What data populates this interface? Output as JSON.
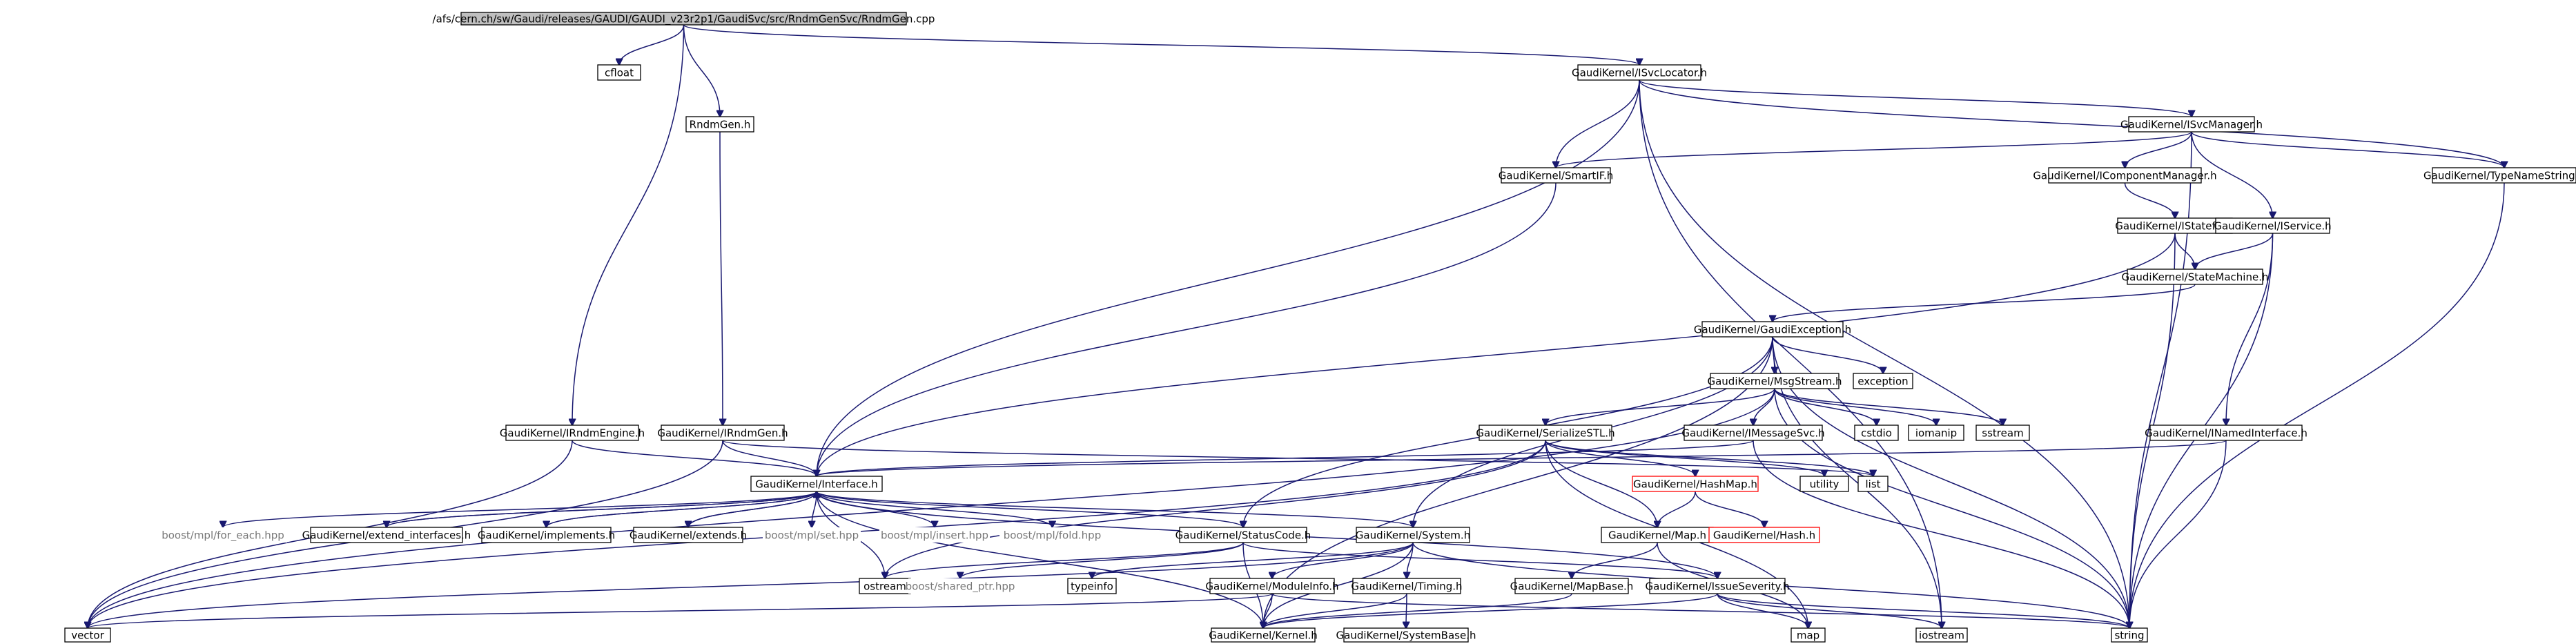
{
  "graph": {
    "title": "",
    "colors": {
      "edge": "#191970",
      "root_fill": "#bfbfbf",
      "node_border": "#000000",
      "missing_border": "#ff0000",
      "external_text": "#777777"
    },
    "nodes": [
      {
        "id": "root",
        "label": "/afs/cern.ch/sw/Gaudi/releases/GAUDI/GAUDI_v23r2p1/GaudiSvc/src/RndmGenSvc/RndmGen.cpp",
        "kind": "root"
      },
      {
        "id": "cfloat",
        "label": "cfloat",
        "kind": "normal"
      },
      {
        "id": "rndmgen_h",
        "label": "RndmGen.h",
        "kind": "normal"
      },
      {
        "id": "isvclocator",
        "label": "GaudiKernel/ISvcLocator.h",
        "kind": "normal"
      },
      {
        "id": "isvcmanager",
        "label": "GaudiKernel/ISvcManager.h",
        "kind": "normal"
      },
      {
        "id": "smartif",
        "label": "GaudiKernel/SmartIF.h",
        "kind": "normal"
      },
      {
        "id": "icompmanager",
        "label": "GaudiKernel/IComponentManager.h",
        "kind": "normal"
      },
      {
        "id": "typenamestring",
        "label": "GaudiKernel/TypeNameString.h",
        "kind": "normal"
      },
      {
        "id": "istateful",
        "label": "GaudiKernel/IStateful.h",
        "kind": "normal"
      },
      {
        "id": "iservice",
        "label": "GaudiKernel/IService.h",
        "kind": "normal"
      },
      {
        "id": "statemachine",
        "label": "GaudiKernel/StateMachine.h",
        "kind": "normal"
      },
      {
        "id": "gaudiexception",
        "label": "GaudiKernel/GaudiException.h",
        "kind": "normal"
      },
      {
        "id": "msgstream",
        "label": "GaudiKernel/MsgStream.h",
        "kind": "normal"
      },
      {
        "id": "exception",
        "label": "exception",
        "kind": "normal"
      },
      {
        "id": "irndmengine",
        "label": "GaudiKernel/IRndmEngine.h",
        "kind": "normal"
      },
      {
        "id": "irndmgen",
        "label": "GaudiKernel/IRndmGen.h",
        "kind": "normal"
      },
      {
        "id": "serializestl",
        "label": "GaudiKernel/SerializeSTL.h",
        "kind": "normal"
      },
      {
        "id": "imessagesvc",
        "label": "GaudiKernel/IMessageSvc.h",
        "kind": "normal"
      },
      {
        "id": "cstdio",
        "label": "cstdio",
        "kind": "normal"
      },
      {
        "id": "iomanip",
        "label": "iomanip",
        "kind": "normal"
      },
      {
        "id": "sstream",
        "label": "sstream",
        "kind": "normal"
      },
      {
        "id": "inamedinterface",
        "label": "GaudiKernel/INamedInterface.h",
        "kind": "normal"
      },
      {
        "id": "interface",
        "label": "GaudiKernel/Interface.h",
        "kind": "normal"
      },
      {
        "id": "utility",
        "label": "utility",
        "kind": "normal"
      },
      {
        "id": "list",
        "label": "list",
        "kind": "normal"
      },
      {
        "id": "hashmap",
        "label": "GaudiKernel/HashMap.h",
        "kind": "red"
      },
      {
        "id": "boost_foreach",
        "label": "boost/mpl/for_each.hpp",
        "kind": "grey"
      },
      {
        "id": "extend_interfaces",
        "label": "GaudiKernel/extend_interfaces.h",
        "kind": "normal"
      },
      {
        "id": "implements",
        "label": "GaudiKernel/implements.h",
        "kind": "normal"
      },
      {
        "id": "extends",
        "label": "GaudiKernel/extends.h",
        "kind": "normal"
      },
      {
        "id": "boost_set",
        "label": "boost/mpl/set.hpp",
        "kind": "grey"
      },
      {
        "id": "boost_insert",
        "label": "boost/mpl/insert.hpp",
        "kind": "grey"
      },
      {
        "id": "boost_fold",
        "label": "boost/mpl/fold.hpp",
        "kind": "grey"
      },
      {
        "id": "statuscode",
        "label": "GaudiKernel/StatusCode.h",
        "kind": "normal"
      },
      {
        "id": "system",
        "label": "GaudiKernel/System.h",
        "kind": "normal"
      },
      {
        "id": "map_h",
        "label": "GaudiKernel/Map.h",
        "kind": "normal"
      },
      {
        "id": "hash_h",
        "label": "GaudiKernel/Hash.h",
        "kind": "red"
      },
      {
        "id": "ostream",
        "label": "ostream",
        "kind": "normal"
      },
      {
        "id": "shared_ptr",
        "label": "boost/shared_ptr.hpp",
        "kind": "grey"
      },
      {
        "id": "typeinfo",
        "label": "typeinfo",
        "kind": "normal"
      },
      {
        "id": "moduleinfo",
        "label": "GaudiKernel/ModuleInfo.h",
        "kind": "normal"
      },
      {
        "id": "timing",
        "label": "GaudiKernel/Timing.h",
        "kind": "normal"
      },
      {
        "id": "mapbase",
        "label": "GaudiKernel/MapBase.h",
        "kind": "normal"
      },
      {
        "id": "issueseverity",
        "label": "GaudiKernel/IssueSeverity.h",
        "kind": "normal"
      },
      {
        "id": "vector",
        "label": "vector",
        "kind": "normal"
      },
      {
        "id": "kernel",
        "label": "GaudiKernel/Kernel.h",
        "kind": "normal"
      },
      {
        "id": "systembase",
        "label": "GaudiKernel/SystemBase.h",
        "kind": "normal"
      },
      {
        "id": "map",
        "label": "map",
        "kind": "normal"
      },
      {
        "id": "iostream",
        "label": "iostream",
        "kind": "normal"
      },
      {
        "id": "string",
        "label": "string",
        "kind": "normal"
      }
    ],
    "edges": [
      [
        "root",
        "cfloat"
      ],
      [
        "root",
        "rndmgen_h"
      ],
      [
        "root",
        "isvclocator"
      ],
      [
        "root",
        "irndmengine"
      ],
      [
        "rndmgen_h",
        "irndmgen"
      ],
      [
        "isvclocator",
        "interface"
      ],
      [
        "isvclocator",
        "isvcmanager"
      ],
      [
        "isvclocator",
        "smartif"
      ],
      [
        "isvclocator",
        "typenamestring"
      ],
      [
        "isvclocator",
        "string"
      ],
      [
        "isvclocator",
        "iostream"
      ],
      [
        "isvcmanager",
        "smartif"
      ],
      [
        "isvcmanager",
        "icompmanager"
      ],
      [
        "isvcmanager",
        "typenamestring"
      ],
      [
        "isvcmanager",
        "iservice"
      ],
      [
        "isvcmanager",
        "string"
      ],
      [
        "smartif",
        "interface"
      ],
      [
        "icompmanager",
        "istateful"
      ],
      [
        "typenamestring",
        "string"
      ],
      [
        "istateful",
        "interface"
      ],
      [
        "istateful",
        "statemachine"
      ],
      [
        "istateful",
        "string"
      ],
      [
        "iservice",
        "statemachine"
      ],
      [
        "iservice",
        "inamedinterface"
      ],
      [
        "iservice",
        "string"
      ],
      [
        "statemachine",
        "gaudiexception"
      ],
      [
        "gaudiexception",
        "msgstream"
      ],
      [
        "gaudiexception",
        "exception"
      ],
      [
        "gaudiexception",
        "statuscode"
      ],
      [
        "gaudiexception",
        "system"
      ],
      [
        "gaudiexception",
        "kernel"
      ],
      [
        "gaudiexception",
        "string"
      ],
      [
        "gaudiexception",
        "iostream"
      ],
      [
        "msgstream",
        "serializestl"
      ],
      [
        "msgstream",
        "imessagesvc"
      ],
      [
        "msgstream",
        "cstdio"
      ],
      [
        "msgstream",
        "iomanip"
      ],
      [
        "msgstream",
        "sstream"
      ],
      [
        "msgstream",
        "string"
      ],
      [
        "msgstream",
        "vector"
      ],
      [
        "irndmengine",
        "interface"
      ],
      [
        "irndmengine",
        "vector"
      ],
      [
        "irndmgen",
        "interface"
      ],
      [
        "irndmgen",
        "vector"
      ],
      [
        "irndmgen",
        "list"
      ],
      [
        "serializestl",
        "ostream"
      ],
      [
        "serializestl",
        "vector"
      ],
      [
        "serializestl",
        "list"
      ],
      [
        "serializestl",
        "map_h"
      ],
      [
        "serializestl",
        "hashmap"
      ],
      [
        "serializestl",
        "utility"
      ],
      [
        "serializestl",
        "map"
      ],
      [
        "imessagesvc",
        "interface"
      ],
      [
        "imessagesvc",
        "string"
      ],
      [
        "inamedinterface",
        "interface"
      ],
      [
        "inamedinterface",
        "string"
      ],
      [
        "interface",
        "boost_foreach"
      ],
      [
        "interface",
        "extend_interfaces"
      ],
      [
        "interface",
        "implements"
      ],
      [
        "interface",
        "extends"
      ],
      [
        "interface",
        "boost_set"
      ],
      [
        "interface",
        "boost_insert"
      ],
      [
        "interface",
        "boost_fold"
      ],
      [
        "interface",
        "statuscode"
      ],
      [
        "interface",
        "system"
      ],
      [
        "interface",
        "kernel"
      ],
      [
        "interface",
        "ostream"
      ],
      [
        "interface",
        "issueseverity"
      ],
      [
        "extend_interfaces",
        "interface"
      ],
      [
        "implements",
        "interface"
      ],
      [
        "extends",
        "interface"
      ],
      [
        "hashmap",
        "map_h"
      ],
      [
        "hashmap",
        "hash_h"
      ],
      [
        "map_h",
        "mapbase"
      ],
      [
        "map_h",
        "map"
      ],
      [
        "statuscode",
        "ostream"
      ],
      [
        "statuscode",
        "shared_ptr"
      ],
      [
        "statuscode",
        "issueseverity"
      ],
      [
        "statuscode",
        "kernel"
      ],
      [
        "system",
        "typeinfo"
      ],
      [
        "system",
        "kernel"
      ],
      [
        "system",
        "moduleinfo"
      ],
      [
        "system",
        "timing"
      ],
      [
        "system",
        "vector"
      ],
      [
        "system",
        "string"
      ],
      [
        "moduleinfo",
        "kernel"
      ],
      [
        "moduleinfo",
        "string"
      ],
      [
        "moduleinfo",
        "vector"
      ],
      [
        "timing",
        "kernel"
      ],
      [
        "timing",
        "systembase"
      ],
      [
        "mapbase",
        "kernel"
      ],
      [
        "issueseverity",
        "kernel"
      ],
      [
        "issueseverity",
        "map"
      ],
      [
        "issueseverity",
        "iostream"
      ],
      [
        "issueseverity",
        "string"
      ]
    ]
  }
}
